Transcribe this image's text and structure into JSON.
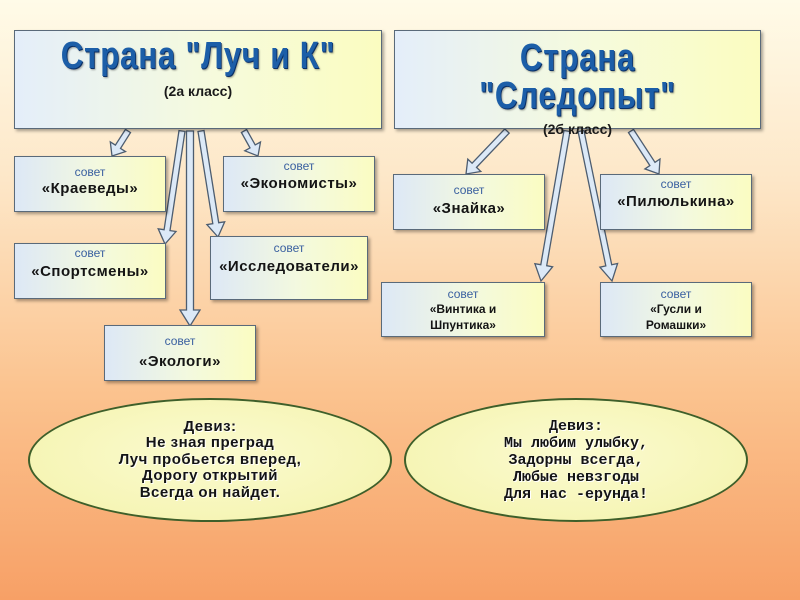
{
  "country_a": {
    "title": "Страна \"Луч и К\"",
    "subtitle": "(2а класс)"
  },
  "country_b": {
    "title": "Страна \"Следопыт\"",
    "subtitle": "(2б класс)"
  },
  "councils": {
    "kraevedy": {
      "kind": "совет",
      "name": "«Краеведы»"
    },
    "ekonomisty": {
      "kind": "совет",
      "name": "«Экономисты»"
    },
    "sportsmeny": {
      "kind": "совет",
      "name": "«Спортсмены»"
    },
    "issledovateli": {
      "kind": "совет",
      "name": "«Исследователи»"
    },
    "ekologi": {
      "kind": "совет",
      "name": "«Экологи»"
    },
    "znaika": {
      "kind": "совет",
      "name": "«Знайка»"
    },
    "pilyulkina": {
      "kind": "совет",
      "name": "«Пилюлькина»"
    },
    "vintik": {
      "kind": "совет",
      "name": "«Винтика и Шпунтика»"
    },
    "gusli": {
      "kind": "совет",
      "name": "«Гусли и Ромашки»"
    }
  },
  "motto_a": {
    "heading": "Девиз:",
    "lines": [
      "Не зная преград",
      "Луч пробьется вперед,",
      "Дорогу открытий",
      "Всегда он найдет."
    ]
  },
  "motto_b": {
    "heading": "Девиз:",
    "lines": [
      "Мы любим улыбку,",
      "Задорны всегда,",
      "Любые невзгоды",
      "Для нас -ерунда!"
    ]
  },
  "colors": {
    "title": "#1c5ea8",
    "arrow_fill": "#dce9f7",
    "arrow_stroke": "#4d5d70",
    "motto_border": "#3e5f2a"
  }
}
